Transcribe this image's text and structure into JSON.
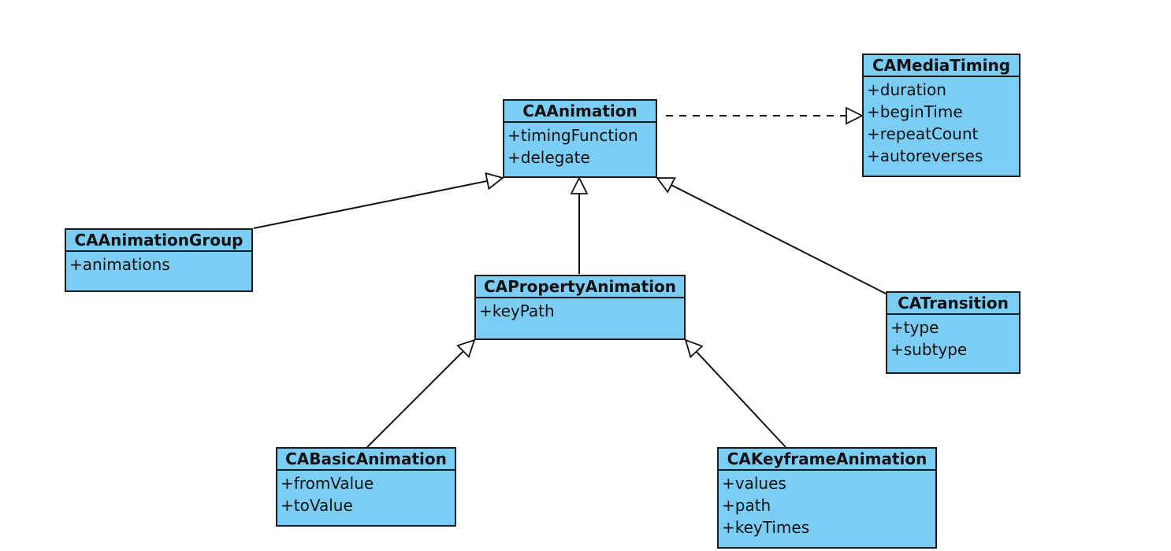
{
  "colors": {
    "class_fill": "#7ccdf4",
    "line": "#111111"
  },
  "classes": {
    "ca_animation": {
      "name": "CAAnimation",
      "attrs": [
        "+timingFunction",
        "+delegate"
      ]
    },
    "ca_media_timing": {
      "name": "CAMediaTiming",
      "attrs": [
        "+duration",
        "+beginTime",
        "+repeatCount",
        "+autoreverses"
      ]
    },
    "ca_animation_group": {
      "name": "CAAnimationGroup",
      "attrs": [
        "+animations"
      ]
    },
    "ca_property_animation": {
      "name": "CAPropertyAnimation",
      "attrs": [
        "+keyPath"
      ]
    },
    "ca_transition": {
      "name": "CATransition",
      "attrs": [
        "+type",
        "+subtype"
      ]
    },
    "ca_basic_animation": {
      "name": "CABasicAnimation",
      "attrs": [
        "+fromValue",
        "+toValue"
      ]
    },
    "ca_keyframe_animation": {
      "name": "CAKeyframeAnimation",
      "attrs": [
        "+values",
        "+path",
        "+keyTimes"
      ]
    }
  },
  "relations": [
    {
      "from": "CAAnimation",
      "to": "CAMediaTiming",
      "kind": "realization"
    },
    {
      "from": "CAAnimationGroup",
      "to": "CAAnimation",
      "kind": "generalization"
    },
    {
      "from": "CAPropertyAnimation",
      "to": "CAAnimation",
      "kind": "generalization"
    },
    {
      "from": "CATransition",
      "to": "CAAnimation",
      "kind": "generalization"
    },
    {
      "from": "CABasicAnimation",
      "to": "CAPropertyAnimation",
      "kind": "generalization"
    },
    {
      "from": "CAKeyframeAnimation",
      "to": "CAPropertyAnimation",
      "kind": "generalization"
    }
  ]
}
